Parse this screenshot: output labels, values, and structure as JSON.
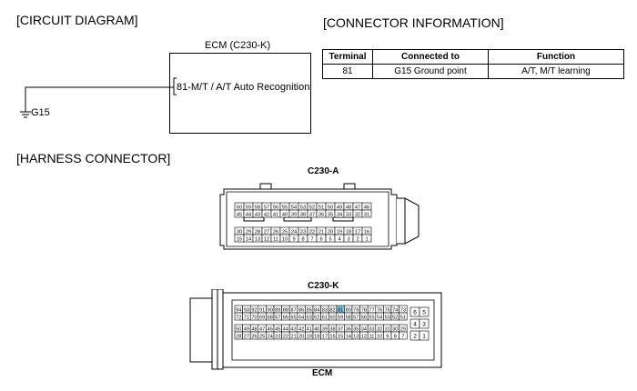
{
  "headers": {
    "circuit": "[CIRCUIT DIAGRAM]",
    "connector_info": "[CONNECTOR INFORMATION]",
    "harness": "[HARNESS CONNECTOR]"
  },
  "circuit": {
    "ecm_title": "ECM (C230-K)",
    "pin_label": "81-M/T / A/T Auto Recognition",
    "ground_label": "G15"
  },
  "table": {
    "columns": [
      "Terminal",
      "Connected to",
      "Function"
    ],
    "rows": [
      [
        "81",
        "G15 Ground point",
        "A/T, M/T learning"
      ]
    ]
  },
  "connectors": {
    "a_title": "C230-A",
    "k_title": "C230-K",
    "bottom_label": "ECM",
    "a_rows": [
      [
        "60",
        "59",
        "58",
        "57",
        "56",
        "55",
        "54",
        "53",
        "52",
        "51",
        "50",
        "49",
        "48",
        "47",
        "46"
      ],
      [
        "45",
        "44",
        "43",
        "42",
        "41",
        "40",
        "39",
        "38",
        "37",
        "36",
        "35",
        "34",
        "33",
        "32",
        "31"
      ],
      [
        "30",
        "29",
        "28",
        "27",
        "26",
        "25",
        "24",
        "23",
        "22",
        "21",
        "20",
        "19",
        "18",
        "17",
        "16"
      ],
      [
        "15",
        "14",
        "13",
        "12",
        "11",
        "10",
        "9",
        "8",
        "7",
        "6",
        "5",
        "4",
        "3",
        "2",
        "1"
      ]
    ],
    "k_rows": [
      [
        "94",
        "93",
        "92",
        "91",
        "90",
        "89",
        "88",
        "87",
        "86",
        "85",
        "84",
        "83",
        "82",
        "81",
        "80",
        "79",
        "78",
        "77",
        "76",
        "75",
        "74",
        "73"
      ],
      [
        "72",
        "71",
        "70",
        "69",
        "68",
        "67",
        "66",
        "65",
        "64",
        "63",
        "62",
        "61",
        "60",
        "59",
        "58",
        "57",
        "56",
        "55",
        "54",
        "53",
        "52",
        "51"
      ],
      [
        "50",
        "49",
        "48",
        "47",
        "46",
        "45",
        "44",
        "43",
        "42",
        "41",
        "40",
        "39",
        "38",
        "37",
        "36",
        "35",
        "34",
        "33",
        "32",
        "31",
        "30",
        "29"
      ],
      [
        "28",
        "27",
        "26",
        "25",
        "24",
        "23",
        "22",
        "21",
        "20",
        "19",
        "18",
        "17",
        "16",
        "15",
        "14",
        "13",
        "12",
        "11",
        "10",
        "9",
        "8",
        "7"
      ]
    ],
    "k_side": [
      "6",
      "5",
      "4",
      "3",
      "2",
      "1"
    ],
    "highlight_pin": "81",
    "highlight_color": "#7ec8e3"
  }
}
